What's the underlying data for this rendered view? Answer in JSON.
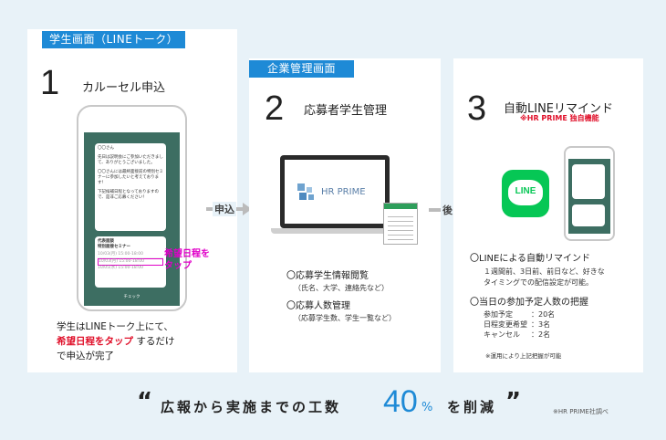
{
  "panel1": {
    "tag": "学生画面（LINEトーク）",
    "step": "1",
    "title": "カルーセル申込",
    "phone_msgs": [
      "〇〇さん",
      "先日は説明会にご参加いただきまして、ありがとうございました。",
      "〇〇さんには最終面接前の特別セミナーに参加したいと考えております！",
      "下記候補日程となっておりますので、是非ご応募ください！"
    ],
    "card_title": "代表面談",
    "card_subtitle": "特別面接セミナー",
    "card_rows": [
      "10/03(月) 15:00-18:00",
      "10/03(月) 15:00-18:00",
      "10/05(水) 15:00-18:00"
    ],
    "card_button": "チェック",
    "callout_line1": "希望日程を",
    "callout_line2": "タップ",
    "desc_line1": "学生はLINEトーク上にて、",
    "desc_highlight": "希望日程をタップ",
    "desc_line2_rest": "するだけ",
    "desc_line3": "で申込が完了"
  },
  "arrow1": "申込",
  "panel2": {
    "tag": "企業管理画面",
    "step": "2",
    "title": "応募者学生管理",
    "screen_brand": "HR PRIME",
    "bullet1": "〇応募学生情報閲覧",
    "bullet1_sub": "（氏名、大学、連絡先など）",
    "bullet2": "〇応募人数管理",
    "bullet2_sub": "（応募学生数、学生一覧など）"
  },
  "arrow2": "後日",
  "panel3": {
    "step": "3",
    "title": "自動LINEリマインド",
    "exclusive": "※HR PRIME 独自機能",
    "line_logo": "LINE",
    "bullet1": "〇LINEによる自動リマインド",
    "bullet1_sub1": "１週間前、3日前、前日など、好きな",
    "bullet1_sub2": "タイミングでの配信設定が可能。",
    "bullet2": "〇当日の参加予定人数の把握",
    "counts": [
      {
        "label": "参加予定",
        "value": "：20名"
      },
      {
        "label": "日程変更希望",
        "value": "：3名"
      },
      {
        "label": "キャンセル",
        "value": "：2名"
      }
    ],
    "footnote": "※運用により上記把握が可能"
  },
  "bottom": {
    "quote_open": "“",
    "text_before": "広報から実施までの工数",
    "number": "40",
    "unit": "%",
    "text_after": "を削減",
    "quote_close": "”",
    "source": "※HR PRIME社調べ"
  },
  "colors": {
    "accent": "#1e8ad6",
    "line_green": "#06c755",
    "red": "#e0102a",
    "magenta": "#e000c8"
  }
}
